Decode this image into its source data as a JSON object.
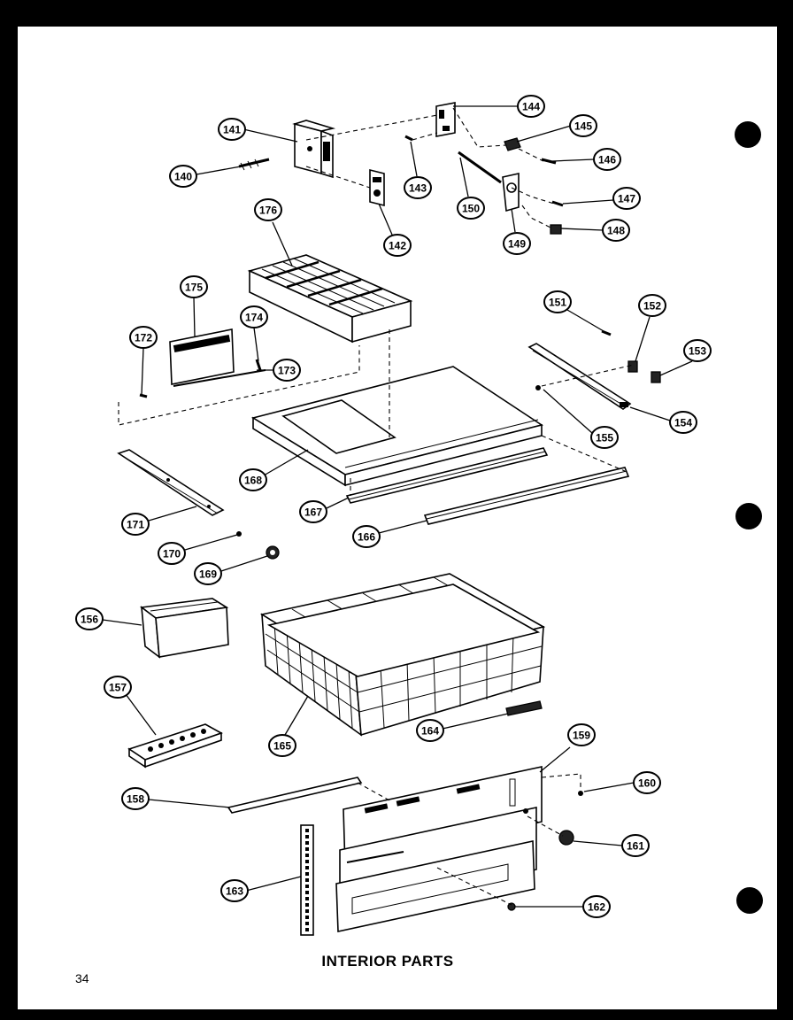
{
  "page": {
    "title": "INTERIOR PARTS",
    "page_number": "34"
  },
  "callouts": [
    {
      "id": "140"
    },
    {
      "id": "141"
    },
    {
      "id": "142"
    },
    {
      "id": "143"
    },
    {
      "id": "144"
    },
    {
      "id": "145"
    },
    {
      "id": "146"
    },
    {
      "id": "147"
    },
    {
      "id": "148"
    },
    {
      "id": "149"
    },
    {
      "id": "150"
    },
    {
      "id": "151"
    },
    {
      "id": "152"
    },
    {
      "id": "153"
    },
    {
      "id": "154"
    },
    {
      "id": "155"
    },
    {
      "id": "156"
    },
    {
      "id": "157"
    },
    {
      "id": "158"
    },
    {
      "id": "159"
    },
    {
      "id": "160"
    },
    {
      "id": "161"
    },
    {
      "id": "162"
    },
    {
      "id": "163"
    },
    {
      "id": "164"
    },
    {
      "id": "165"
    },
    {
      "id": "166"
    },
    {
      "id": "167"
    },
    {
      "id": "168"
    },
    {
      "id": "169"
    },
    {
      "id": "170"
    },
    {
      "id": "171"
    },
    {
      "id": "172"
    },
    {
      "id": "173"
    },
    {
      "id": "174"
    },
    {
      "id": "175"
    },
    {
      "id": "176"
    }
  ],
  "colors": {
    "ink": "#000000",
    "paper": "#ffffff",
    "border": "#000000"
  }
}
